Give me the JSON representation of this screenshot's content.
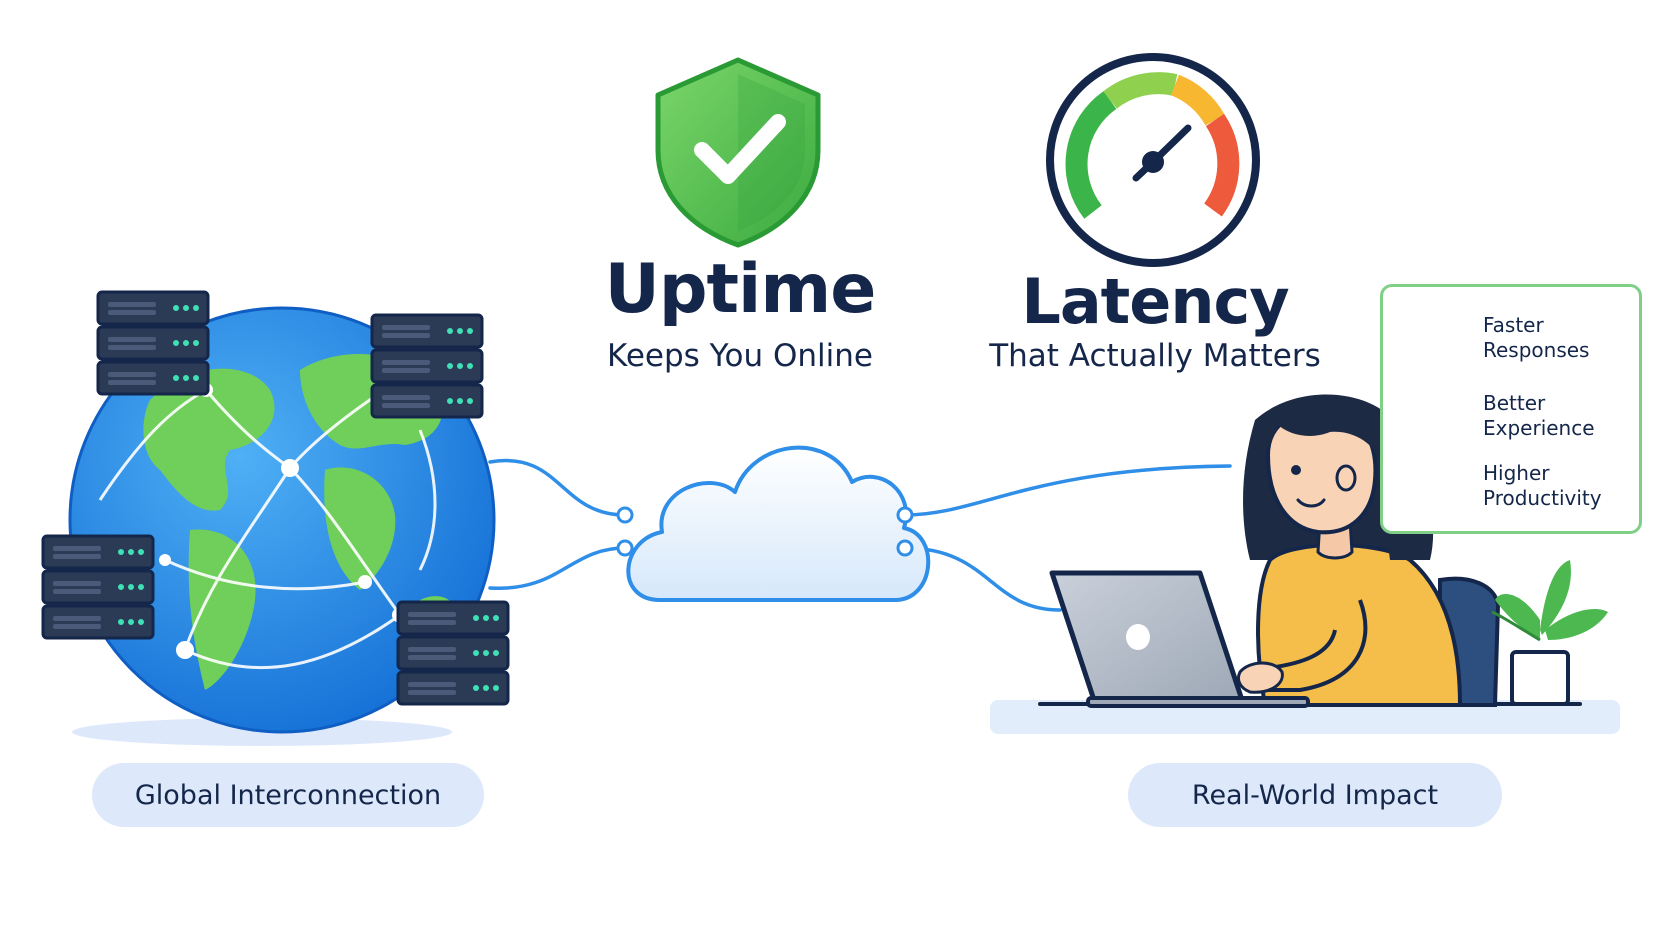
{
  "uptime": {
    "title": "Uptime",
    "subtitle": "Keeps You Online",
    "icon": "shield-check-icon",
    "color": "#3bb54a"
  },
  "latency": {
    "title": "Latency",
    "subtitle": "That Actually Matters",
    "icon": "speedometer-icon"
  },
  "left_label": "Global Interconnection",
  "right_label": "Real-World Impact",
  "benefits": [
    {
      "icon": "lightning-icon",
      "line1": "Faster",
      "line2": "Responses"
    },
    {
      "icon": "smiley-icon",
      "line1": "Better",
      "line2": "Experience"
    },
    {
      "icon": "trend-up-icon",
      "line1": "Higher",
      "line2": "Productivity"
    }
  ],
  "colors": {
    "navy": "#14264a",
    "blue": "#2f8ee8",
    "green": "#3bb54a",
    "pill": "#dde9fb"
  }
}
